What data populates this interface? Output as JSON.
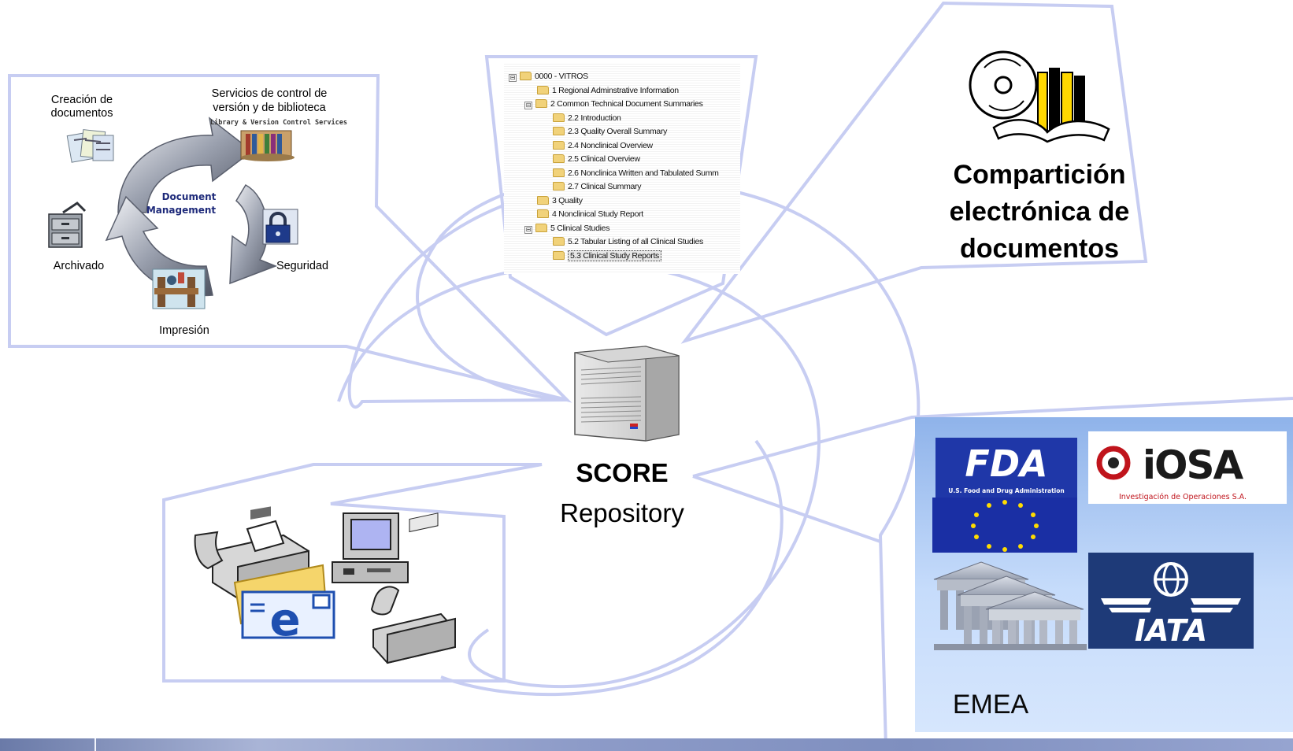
{
  "document_management": {
    "center_label_line1": "Document",
    "center_label_line2": "Management",
    "creation_label_line1": "Creación de",
    "creation_label_line2": "documentos",
    "version_label_line1": "Servicios de control de",
    "version_label_line2": "versión y  de biblioteca",
    "version_label_en": "Library & Version Control Services",
    "archive_label": "Archivado",
    "security_label": "Seguridad",
    "print_label": "Impresión"
  },
  "tree": {
    "items": [
      {
        "text": "0000 - VITROS",
        "level": 0,
        "expander": "⊟"
      },
      {
        "text": "1 Regional Adminstrative Information",
        "level": 1,
        "expander": ""
      },
      {
        "text": "2 Common Technical Document Summaries",
        "level": 1,
        "expander": "⊟"
      },
      {
        "text": "2.2 Introduction",
        "level": 2,
        "expander": ""
      },
      {
        "text": "2.3 Quality Overall Summary",
        "level": 2,
        "expander": ""
      },
      {
        "text": "2.4 Nonclinical Overview",
        "level": 2,
        "expander": ""
      },
      {
        "text": "2.5 Clinical Overview",
        "level": 2,
        "expander": ""
      },
      {
        "text": "2.6 Nonclinica Written and Tabulated Summ",
        "level": 2,
        "expander": ""
      },
      {
        "text": "2.7 Clinical Summary",
        "level": 2,
        "expander": ""
      },
      {
        "text": "3 Quality",
        "level": 1,
        "expander": ""
      },
      {
        "text": "4 Nonclinical Study Report",
        "level": 1,
        "expander": ""
      },
      {
        "text": "5 Clinical Studies",
        "level": 1,
        "expander": "⊟"
      },
      {
        "text": "5.2 Tabular Listing of all Clinical Studies",
        "level": 2,
        "expander": ""
      },
      {
        "text": "5.3 Clinical Study Reports",
        "level": 2,
        "expander": "",
        "selected": true
      }
    ]
  },
  "sharing": {
    "line1": "Compartición",
    "line2": "electrónica de",
    "line3": "documentos"
  },
  "repository": {
    "title": "SCORE",
    "subtitle": "Repository"
  },
  "agencies": {
    "fda_logo_text": "FDA",
    "fda_caption": "U.S. Food and Drug Administration",
    "iosa_logo_text": "iOSA",
    "iosa_caption": "Investigación de Operaciones S.A.",
    "iata_logo_text": "IATA",
    "emea_label": "EMEA"
  },
  "colors": {
    "connector_stroke": "#c7cdf2",
    "panel_top": "#8fb3ea",
    "panel_bottom": "#d6e6fd",
    "fda_blue": "#1f37a8",
    "eu_blue": "#1a2fa4",
    "iata_blue": "#1e3a78",
    "iosa_red": "#c0141c"
  }
}
